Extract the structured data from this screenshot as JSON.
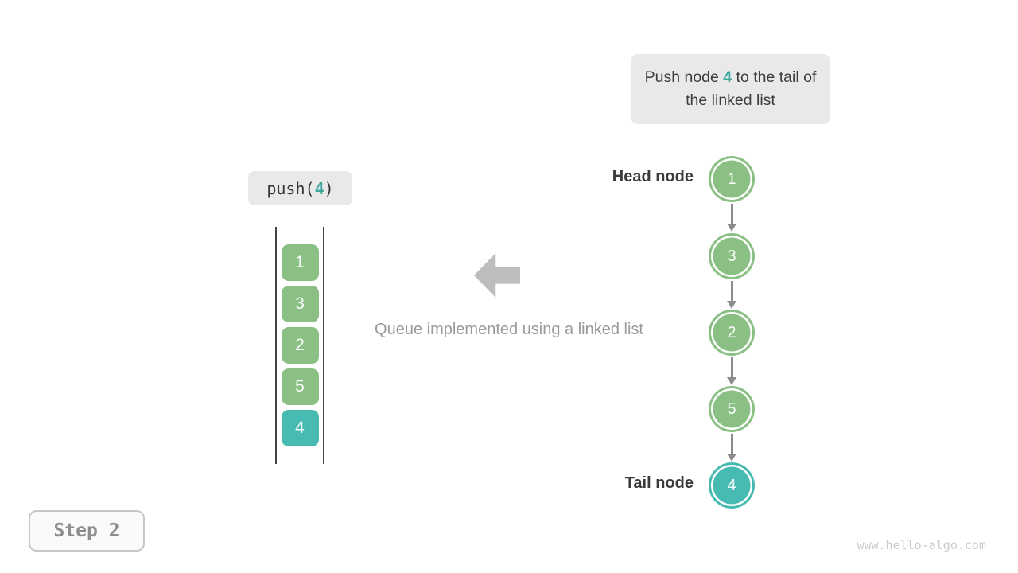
{
  "colors": {
    "green": "#8ac084",
    "teal": "#47bab1",
    "accent": "#3ea79b"
  },
  "callout": {
    "prefix": "Push node ",
    "highlight": "4",
    "suffix": " to the tail of the linked list"
  },
  "push_label": {
    "prefix": "push(",
    "highlight": "4",
    "suffix": ")"
  },
  "queue": {
    "items": [
      {
        "value": "1",
        "color": "green"
      },
      {
        "value": "3",
        "color": "green"
      },
      {
        "value": "2",
        "color": "green"
      },
      {
        "value": "5",
        "color": "green"
      },
      {
        "value": "4",
        "color": "teal"
      }
    ]
  },
  "caption": "Queue implemented using a linked list",
  "linked_list": {
    "head_label": "Head node",
    "tail_label": "Tail node",
    "nodes": [
      {
        "value": "1",
        "color": "green"
      },
      {
        "value": "3",
        "color": "green"
      },
      {
        "value": "2",
        "color": "green"
      },
      {
        "value": "5",
        "color": "green"
      },
      {
        "value": "4",
        "color": "teal"
      }
    ]
  },
  "step": {
    "label": "Step 2"
  },
  "watermark": "www.hello-algo.com"
}
